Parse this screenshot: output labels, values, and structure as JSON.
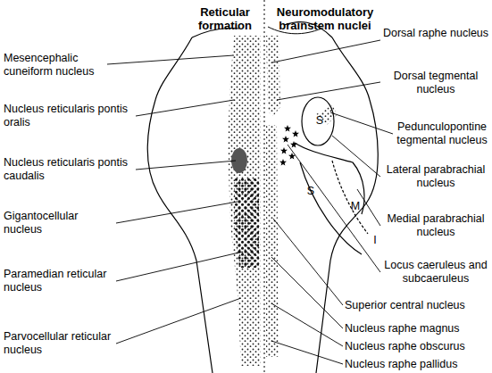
{
  "diagram": {
    "labels": [
      "Reticular formation",
      "Neuromodulatory brainstem nuclei",
      "Mesencephalic cuneiform nucleus",
      "Nucleus reticularis pontis oralis",
      "Nucleus reticularis pontis caudalis",
      "Gigantocellular nucleus",
      "Paramedian reticular nucleus",
      "Parvocellular reticular nucleus",
      "Dorsal raphe nucleus",
      "Dorsal tegmental nucleus",
      "Pedunculopontine tegmental nucleus",
      "Lateral parabrachial nucleus",
      "Medial parabrachial nucleus",
      "Locus caeruleus and subcaeruleus",
      "Superior central nucleus",
      "Nucleus raphe magnus",
      "Nucleus raphe obscurus",
      "Nucleus raphe pallidus",
      "S",
      "S",
      "M",
      "I"
    ]
  }
}
